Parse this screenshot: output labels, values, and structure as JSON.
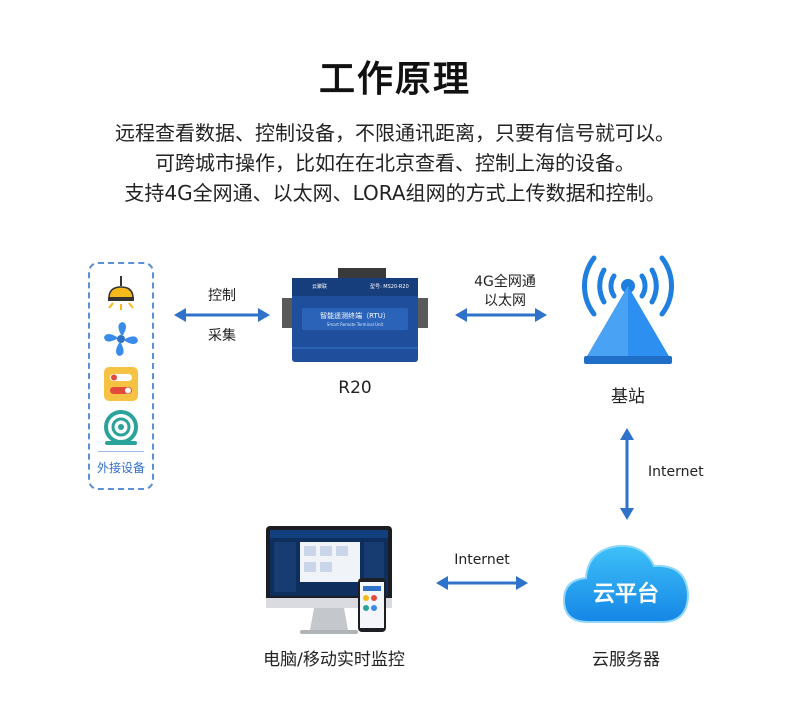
{
  "header": {
    "title": "工作原理",
    "line1": "远程查看数据、控制设备，不限通讯距离，只要有信号就可以。",
    "line2": "可跨城市操作，比如在在北京查看、控制上海的设备。",
    "line3": "支持4G全网通、以太网、LORA组网的方式上传数据和控制。"
  },
  "devices": {
    "label": "外接设备",
    "icons": [
      "lamp-icon",
      "fan-icon",
      "switch-icon",
      "motor-icon"
    ]
  },
  "link_devices_rtu": {
    "top": "控制",
    "bottom": "采集"
  },
  "rtu": {
    "name": "R20",
    "brand": "云聚联",
    "model": "型号: MS20-R20",
    "screen_title": "智能遥测终端（RTU）",
    "screen_sub": "Smart Remote Terminal Unit"
  },
  "link_rtu_station": {
    "top": "4G全网通",
    "bottom": "以太网"
  },
  "station": {
    "name": "基站"
  },
  "link_station_cloud": {
    "label": "Internet"
  },
  "cloud": {
    "text": "云平台",
    "name": "云服务器"
  },
  "link_cloud_pc": {
    "label": "Internet"
  },
  "monitor": {
    "name": "电脑/移动实时监控"
  },
  "colors": {
    "arrow": "#2f72c9",
    "accent": "#1f7fe0",
    "cloud": "#27a4f2",
    "device_border": "#5b8fd6"
  }
}
